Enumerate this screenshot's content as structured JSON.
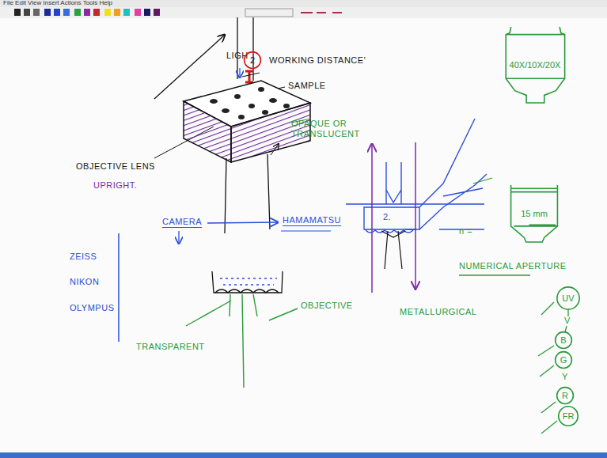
{
  "diagram": {
    "nodes": [
      {
        "text": [
          "2"
        ]
      },
      {
        "text": [
          "40X/10X/20X"
        ]
      },
      {
        "text": [
          "15 mm"
        ]
      },
      {
        "text": [
          "UV"
        ]
      },
      {
        "text": [
          "B"
        ]
      },
      {
        "text": [
          "G"
        ]
      },
      {
        "text": [
          "R"
        ]
      },
      {
        "text": [
          "FR"
        ]
      }
    ],
    "labels": [
      "File Edit View Insert Actions Tools Help",
      "LIGH",
      "WORKING DISTANCE'",
      "SAMPLE",
      "OPAQUE OR TRANSLUCENT",
      "OBJECTIVE LENS",
      "UPRIGHT.",
      "CAMERA",
      "HAMAMATSU",
      "ZEISS",
      "NIKON",
      "OLYMPUS",
      "2.",
      "n =",
      "NUMERICAL APERTURE",
      "METALLURGICAL",
      "OBJECTIVE",
      "TRANSPARENT",
      "V",
      "Y"
    ]
  }
}
